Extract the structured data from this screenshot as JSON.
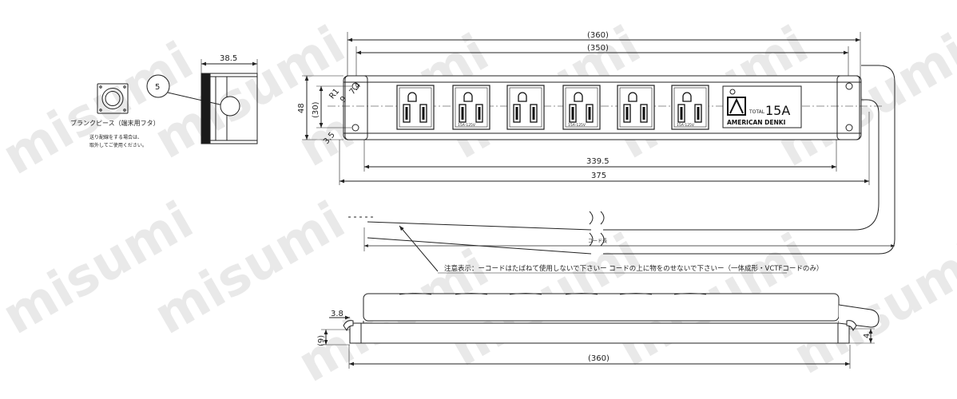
{
  "watermark": "misumi",
  "dimensions": {
    "overall_paren_360": "(360)",
    "inner_paren_350": "(350)",
    "width_339_5": "339.5",
    "length_375": "375",
    "height_48": "48",
    "height_paren_30": "(30)",
    "hole_r": "R1",
    "hole_1": "9",
    "hole_2": "7.4",
    "bottom_3_5": "3.5",
    "cap_38_5": "38.5",
    "callout_5": "5",
    "side_3_8": "3.8",
    "side_paren_9": "(9)",
    "side_4": "4",
    "bottom_paren_360": "(360)"
  },
  "labels": {
    "blank_piece": "ブランクピース（端末用フタ）",
    "blank_note_1": "送り配線をする場合は、",
    "blank_note_2": "取外してご使用ください。",
    "cord_length": "コード長",
    "caution": "注意表示：ーコードはたばねて使用しないで下さいー コードの上に物をのせないで下さいー（一体成形・VCTFコードのみ）",
    "rating_outlet": "15A-125V",
    "brand": "AMERICAN DENKI",
    "total_small": "TOTAL",
    "total_rating": "15A"
  }
}
